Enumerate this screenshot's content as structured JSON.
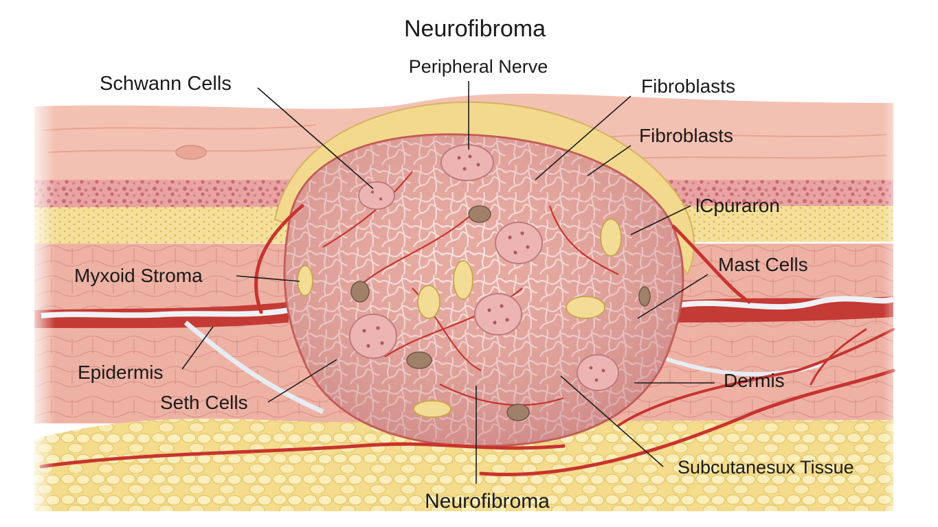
{
  "title": "Neurofibroma",
  "labels": {
    "peripheral_nerve": "Peripheral Nerve",
    "schwann_cells": "Schwann Cells",
    "fibroblasts_top": "Fibroblasts",
    "fibroblasts_second": "Fibroblasts",
    "cpuraron": "lCpuraron",
    "mast_cells": "Mast Cells",
    "myxoid_stroma": "Myxoid Stroma",
    "epidermis": "Epidermis",
    "seth_cells": "Seth Cells",
    "dermis": "Dermis",
    "subcutaneous_tissue": "Subcutanesux Tissue",
    "neurofibroma_bottom": "Neurofibroma"
  },
  "colors": {
    "epidermis": "#f3c1b2",
    "dermis": "#e9a79b",
    "fat": "#f6e29a",
    "vessel": "#c7342f",
    "nerve": "#e8eef4",
    "tumor": "#e3a59c",
    "leader_line": "#1a1a1a"
  }
}
